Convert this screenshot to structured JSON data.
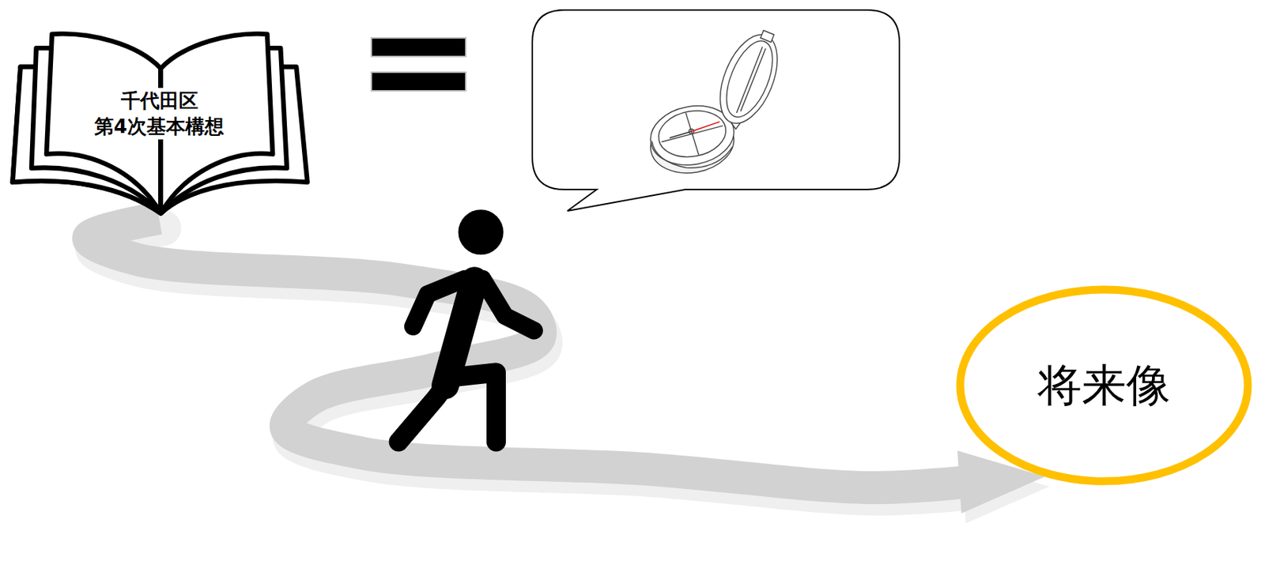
{
  "diagram": {
    "nodes": [
      {
        "text": [
          "千代田区 第4次基本構想"
        ]
      },
      {
        "text": [
          "将来像"
        ]
      }
    ],
    "edges": [
      {
        "from": 0,
        "to": 1,
        "arrow": "to"
      }
    ]
  }
}
